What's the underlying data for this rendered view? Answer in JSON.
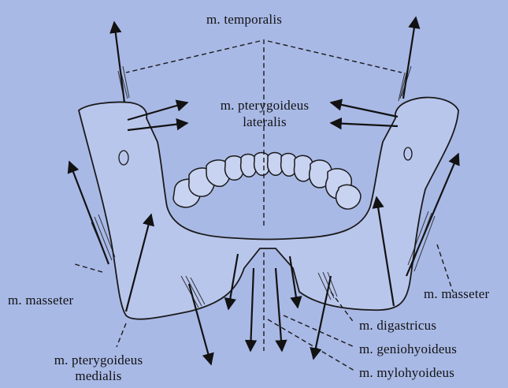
{
  "labels": {
    "temporalis": "m. temporalis",
    "pterygoideus_lateralis_1": "m. pterygoideus",
    "pterygoideus_lateralis_2": "lateralis",
    "masseter_left": "m. masseter",
    "masseter_right": "m. masseter",
    "pterygoideus_medialis_1": "m. pterygoideus",
    "pterygoideus_medialis_2": "medialis",
    "digastricus": "m. digastricus",
    "geniohyoideus": "m. geniohyoideus",
    "mylohyoideus": "m. mylohyoideus"
  },
  "colors": {
    "background": "#a9b9e6",
    "ink": "#121212",
    "bone_fill": "#b9c6ec"
  }
}
